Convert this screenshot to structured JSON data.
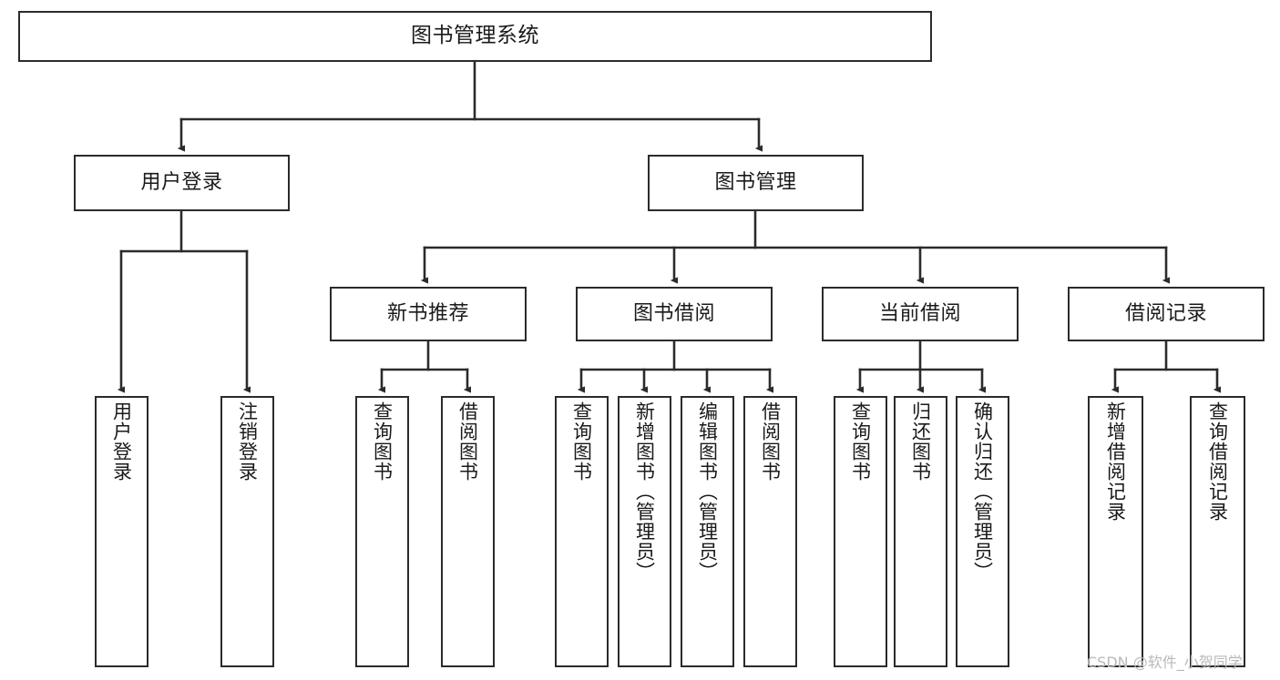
{
  "diagram": {
    "type": "tree",
    "title": "图书管理系统",
    "orientation": "top-down",
    "line_color": "#2b2b2b",
    "box_fill": "#ffffff",
    "text_color": "#1a1a1a"
  },
  "root": {
    "label": "图书管理系统"
  },
  "level2": [
    {
      "label": "用户登录"
    },
    {
      "label": "图书管理"
    }
  ],
  "level3": [
    {
      "label": "新书推荐"
    },
    {
      "label": "图书借阅"
    },
    {
      "label": "当前借阅"
    },
    {
      "label": "借阅记录"
    }
  ],
  "leaves": {
    "user_login": [
      {
        "label": "用户登录"
      },
      {
        "label": "注销登录"
      }
    ],
    "new_book": [
      {
        "label": "查询图书"
      },
      {
        "label": "借阅图书"
      }
    ],
    "book_borrow": [
      {
        "label": "查询图书"
      },
      {
        "label": "新增图书（管理员）"
      },
      {
        "label": "编辑图书（管理员）"
      },
      {
        "label": "借阅图书"
      }
    ],
    "current_borrow": [
      {
        "label": "查询图书"
      },
      {
        "label": "归还图书"
      },
      {
        "label": "确认归还（管理员）"
      }
    ],
    "borrow_record": [
      {
        "label": "新增借阅记录"
      },
      {
        "label": "查询借阅记录"
      }
    ]
  },
  "watermark": {
    "text": "CSDN @软件_小贺同学"
  }
}
